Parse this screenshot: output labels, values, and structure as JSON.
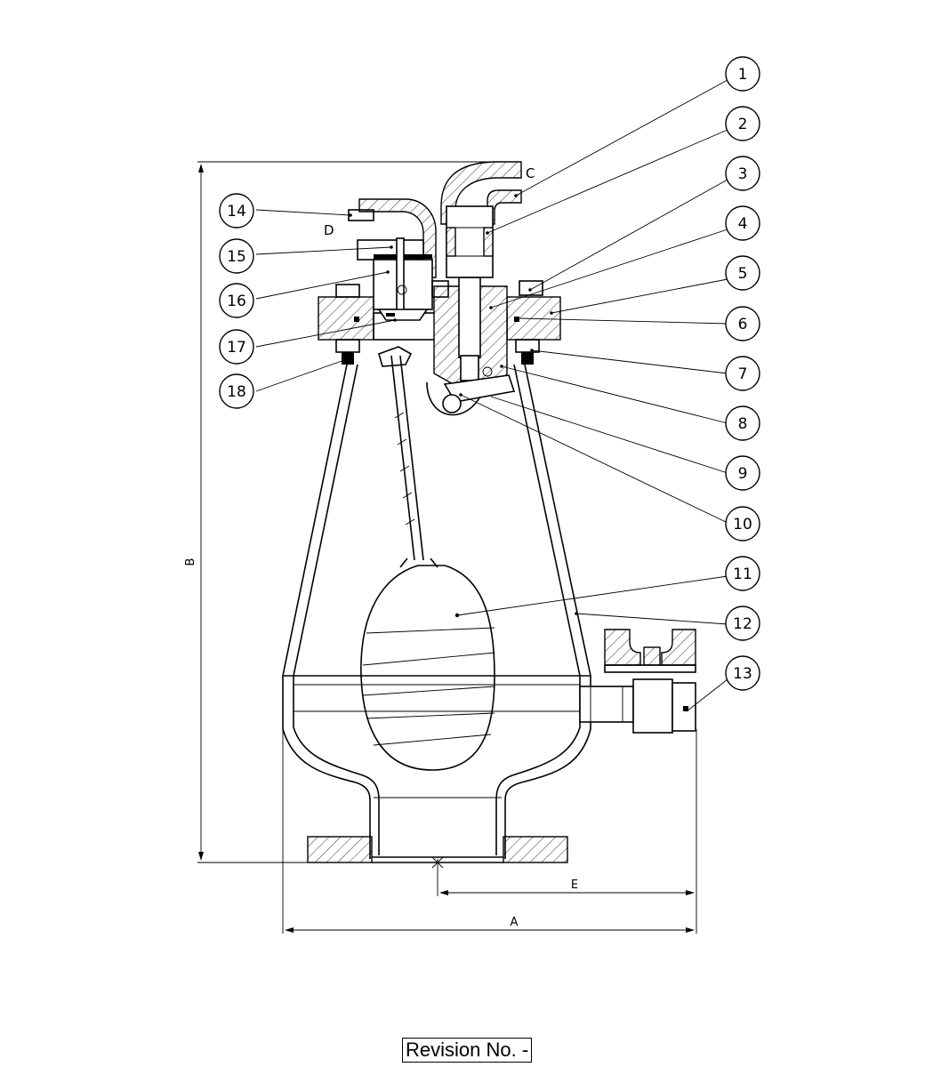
{
  "balloons": [
    {
      "id": "1",
      "label": "1"
    },
    {
      "id": "2",
      "label": "2"
    },
    {
      "id": "3",
      "label": "3"
    },
    {
      "id": "4",
      "label": "4"
    },
    {
      "id": "5",
      "label": "5"
    },
    {
      "id": "6",
      "label": "6"
    },
    {
      "id": "7",
      "label": "7"
    },
    {
      "id": "8",
      "label": "8"
    },
    {
      "id": "9",
      "label": "9"
    },
    {
      "id": "10",
      "label": "10"
    },
    {
      "id": "11",
      "label": "11"
    },
    {
      "id": "12",
      "label": "12"
    },
    {
      "id": "13",
      "label": "13"
    },
    {
      "id": "14",
      "label": "14"
    },
    {
      "id": "15",
      "label": "15"
    },
    {
      "id": "16",
      "label": "16"
    },
    {
      "id": "17",
      "label": "17"
    },
    {
      "id": "18",
      "label": "18"
    }
  ],
  "dimensions": {
    "a": "A",
    "b": "B",
    "c": "C",
    "d": "D",
    "e": "E"
  },
  "revision_label": "Revision No. -"
}
